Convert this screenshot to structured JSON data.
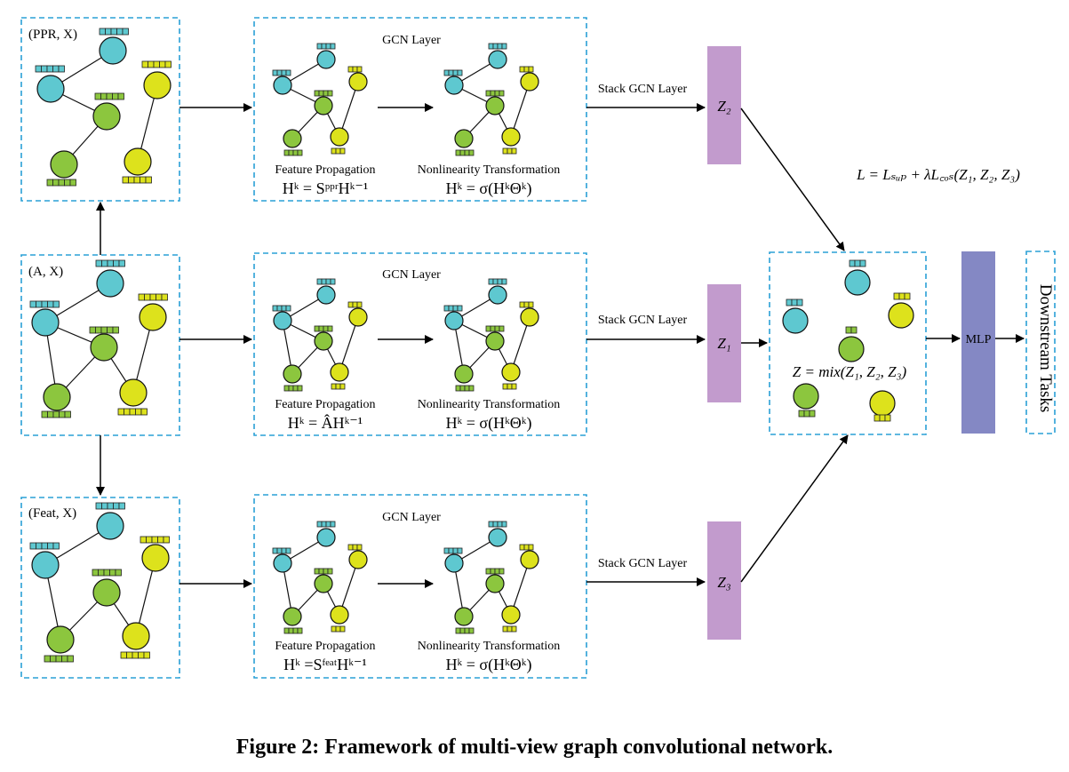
{
  "colors": {
    "dashed_border": "#2aa0d6",
    "node_blue": "#5ec8d0",
    "node_green": "#8cc63e",
    "node_yellow": "#dde21c",
    "z_block": "#c29bcd",
    "mlp_block": "#8488c4"
  },
  "views": {
    "ppr": {
      "label": "(PPR, X)"
    },
    "a": {
      "label": "(A, X)"
    },
    "feat": {
      "label": "(Feat, X)"
    }
  },
  "gcn": {
    "title": "GCN Layer",
    "feature_propagation": "Feature Propagation",
    "nonlinearity": "Nonlinearity Transformation",
    "eq_ppr": "Hᵏ = SᵖᵖʳHᵏ⁻¹",
    "eq_a": "Hᵏ = ÂHᵏ⁻¹",
    "eq_feat": "Hᵏ =SᶠᵉᵃᵗHᵏ⁻¹",
    "eq_nonlin": "Hᵏ = σ(HᵏΘᵏ)"
  },
  "stack_label": "Stack GCN Layer",
  "z": {
    "z2": "Z₂",
    "z1": "Z₁",
    "z3": "Z₃"
  },
  "mix_eq": "Z = mix(Z₁, Z₂, Z₃)",
  "loss_eq": "L = Lₛᵤₚ + λL꜀ₒₛ(Z₁, Z₂, Z₃)",
  "mlp": "MLP",
  "downstream": "Downstream Tasks",
  "caption": "Figure 2: Framework of multi-view graph convolutional network."
}
